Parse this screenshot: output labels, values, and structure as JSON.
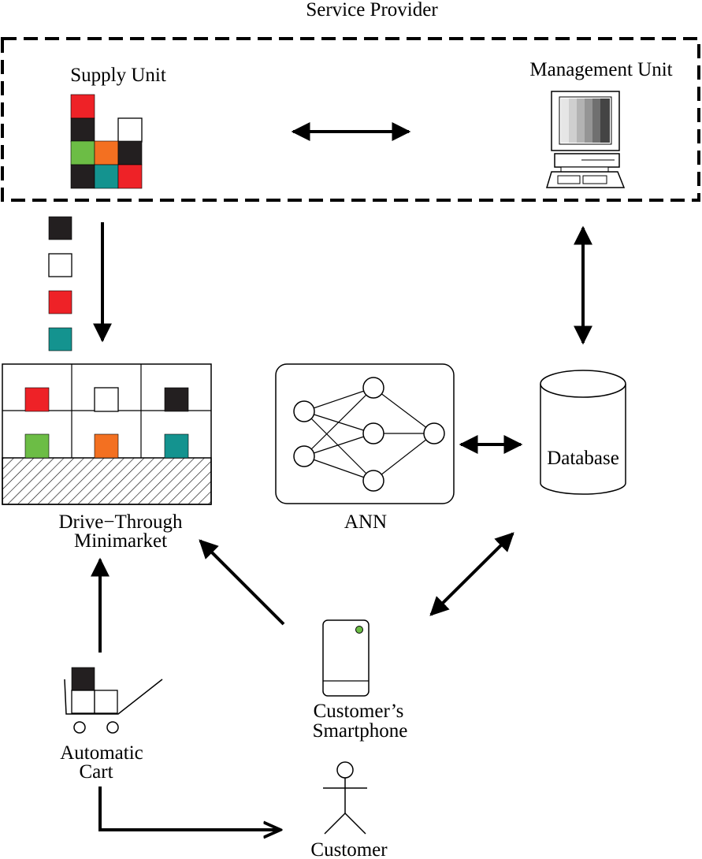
{
  "title": "Service Provider",
  "nodes": {
    "supply_unit": {
      "label": "Supply Unit"
    },
    "management_unit": {
      "label": "Management Unit"
    },
    "minimarket": {
      "label_line1": "Drive−Through",
      "label_line2": "Minimarket"
    },
    "ann": {
      "label": "ANN"
    },
    "database": {
      "label": "Database"
    },
    "smartphone": {
      "label_line1": "Customer’s",
      "label_line2": "Smartphone"
    },
    "cart": {
      "label_line1": "Automatic",
      "label_line2": "Cart"
    },
    "customer": {
      "label": "Customer"
    }
  },
  "colors": {
    "red": "#ee2227",
    "black": "#231f20",
    "white": "#ffffff",
    "green": "#6cbd45",
    "orange": "#f37021",
    "teal": "#14938f"
  },
  "supply_blocks": [
    "red",
    "black",
    "white",
    "green",
    "orange",
    "black",
    "black",
    "teal",
    "red"
  ],
  "incoming_products": [
    "black",
    "white",
    "red",
    "teal"
  ],
  "shelf_products": [
    "red",
    "white",
    "black",
    "green",
    "orange",
    "teal"
  ],
  "cart_items": [
    "black",
    "white",
    "white"
  ]
}
